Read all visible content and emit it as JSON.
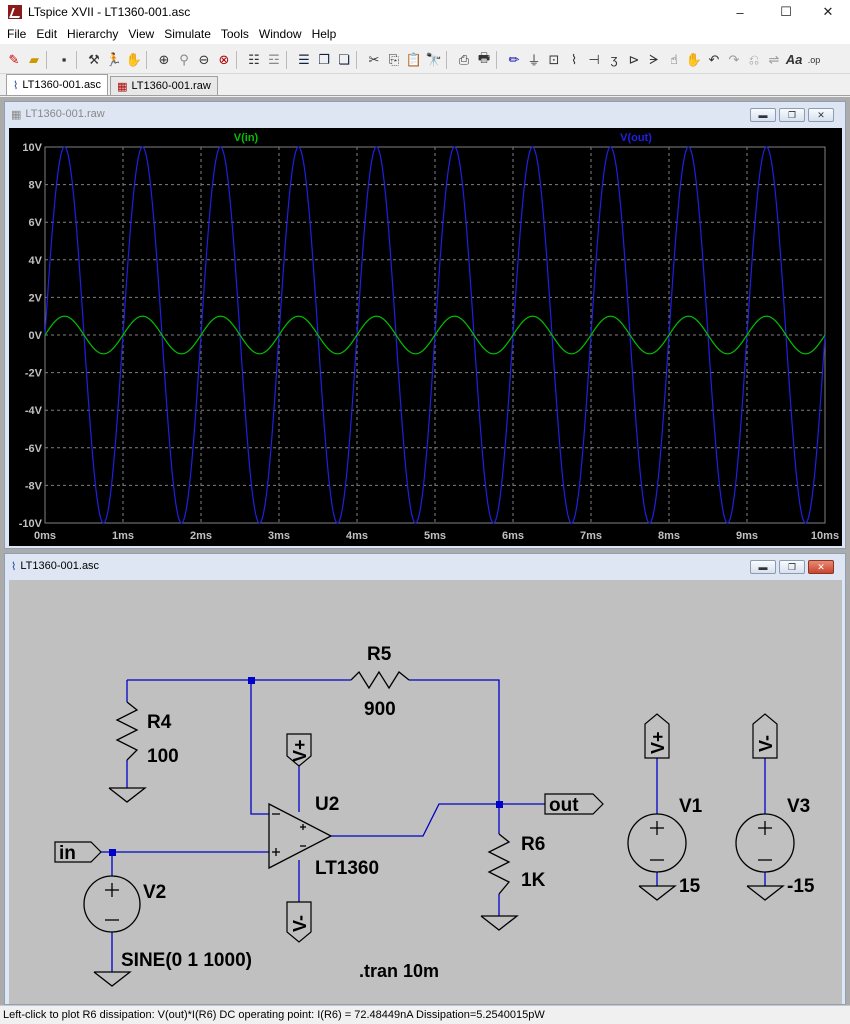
{
  "window": {
    "title": "LTspice XVII - LT1360-001.asc",
    "controls": [
      "–",
      "☐",
      "✕"
    ]
  },
  "menu": [
    "File",
    "Edit",
    "Hierarchy",
    "View",
    "Simulate",
    "Tools",
    "Window",
    "Help"
  ],
  "tabs": [
    {
      "label": "LT1360-001.asc",
      "active": true
    },
    {
      "label": "LT1360-001.raw",
      "active": false
    }
  ],
  "plot_window": {
    "title": "LT1360-001.raw"
  },
  "schematic_window": {
    "title": "LT1360-001.asc"
  },
  "chart_data": {
    "type": "line",
    "xlabel": "",
    "ylabel": "",
    "x_ticks": [
      "0ms",
      "1ms",
      "2ms",
      "3ms",
      "4ms",
      "5ms",
      "6ms",
      "7ms",
      "8ms",
      "9ms",
      "10ms"
    ],
    "y_ticks": [
      "10V",
      "8V",
      "6V",
      "4V",
      "2V",
      "0V",
      "-2V",
      "-4V",
      "-6V",
      "-8V",
      "-10V"
    ],
    "xlim": [
      0,
      10
    ],
    "ylim": [
      -10,
      10
    ],
    "grid": true,
    "series": [
      {
        "name": "V(in)",
        "color": "#00c000",
        "amplitude": 1,
        "frequency_hz": 1000,
        "phase": "sine"
      },
      {
        "name": "V(out)",
        "color": "#2020e0",
        "amplitude": 10,
        "frequency_hz": 1000,
        "phase": "sine"
      }
    ]
  },
  "schematic": {
    "components": {
      "R5": {
        "ref": "R5",
        "value": "900"
      },
      "R4": {
        "ref": "R4",
        "value": "100"
      },
      "R6": {
        "ref": "R6",
        "value": "1K"
      },
      "U2": {
        "ref": "U2",
        "value": "LT1360"
      },
      "V2": {
        "ref": "V2",
        "value": "SINE(0 1 1000)"
      },
      "V1": {
        "ref": "V1",
        "value": "15"
      },
      "V3": {
        "ref": "V3",
        "value": "-15"
      }
    },
    "net_labels": {
      "in": "in",
      "out": "out",
      "vplus": "V+",
      "vminus": "V-"
    },
    "directive": ".tran 10m",
    "colors": {
      "wire": "#0000c8",
      "component": "#000000",
      "background": "#c0c0c0"
    }
  },
  "status": "Left-click to plot R6 dissipation: V(out)*I(R6)   DC operating point: I(R6) = 72.48449nA   Dissipation=5.2540015pW"
}
